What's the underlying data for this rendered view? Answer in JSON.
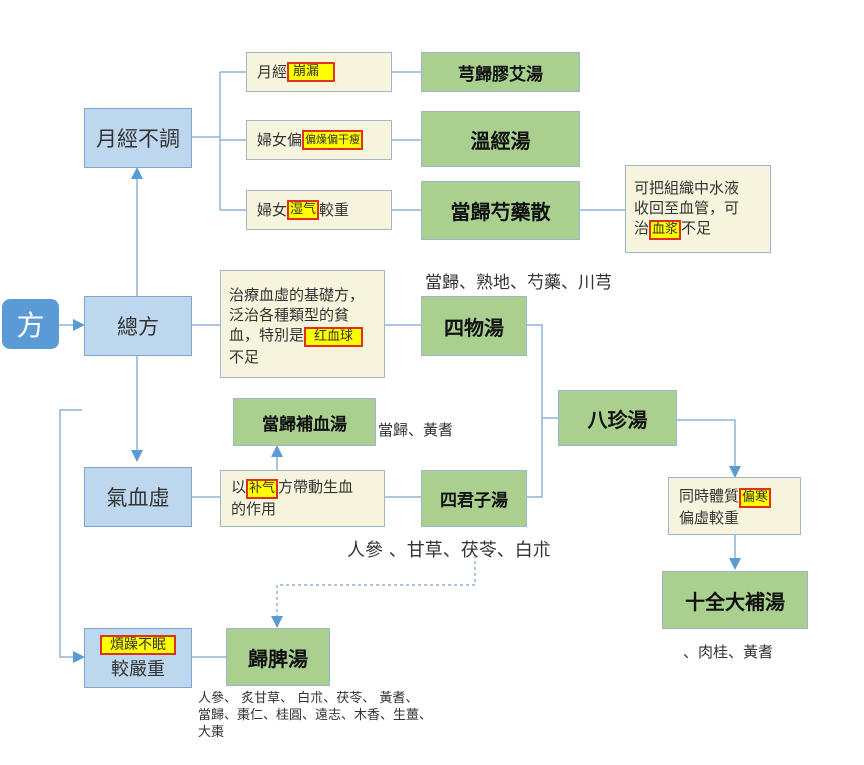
{
  "root": "方",
  "nodes": {
    "zongfang": "總方",
    "yuejing": "月經不調",
    "qixuexu": "氣血虛",
    "jiaoyanzhong": {
      "hl": "煩躁不眠",
      "text": "較嚴重"
    },
    "xiongguijiaoai": "芎歸膠艾湯",
    "wenjing": "溫經湯",
    "dangguishaoyao": "當歸芍藥散",
    "siwu": "四物湯",
    "dangguibuxue": "當歸補血湯",
    "sijunzi": "四君子湯",
    "bazhen": "八珍湯",
    "shiquan": "十全大補湯",
    "guipi": "歸脾湯"
  },
  "notes": {
    "yuejing_beng": {
      "pre": "月經",
      "hl": "崩漏"
    },
    "fupian": {
      "pre": "婦女偏",
      "hl": "偏燥偏干瘦"
    },
    "fushi": {
      "pre": "婦女",
      "hl": "湿气",
      "post": "較重"
    },
    "shaoyao_desc": {
      "l1": "可把組織中水液",
      "l2": "收回至血管，可",
      "l3pre": "治",
      "hl": "血浆",
      "l3post": "不足"
    },
    "siwu_desc": {
      "l1": "治療血虛的基礎方，",
      "l2": "泛治各種類型的貧",
      "l3pre": "血，特別是",
      "hl": "红血球",
      "l4": "不足"
    },
    "buqi_desc": {
      "pre": "以",
      "hl": "补气",
      "post": "方帶動生血",
      "l2": "的作用"
    },
    "bazhen_desc": {
      "pre": "同時體質",
      "hl": "偏寒",
      "l2": "偏虛較重"
    }
  },
  "herbs": {
    "siwu": "當歸、熟地、芍藥、川芎",
    "buxue": "當歸、黃耆",
    "sijunzi": "人參 、甘草、茯苓、白朮",
    "shiquan": "、肉桂、黃耆",
    "guipi_l1": "人參、 炙甘草、 白朮、茯苓、 黃耆、",
    "guipi_l2": "當歸、棗仁、桂圓、遠志、木香、生薑、",
    "guipi_l3": "大棗"
  }
}
